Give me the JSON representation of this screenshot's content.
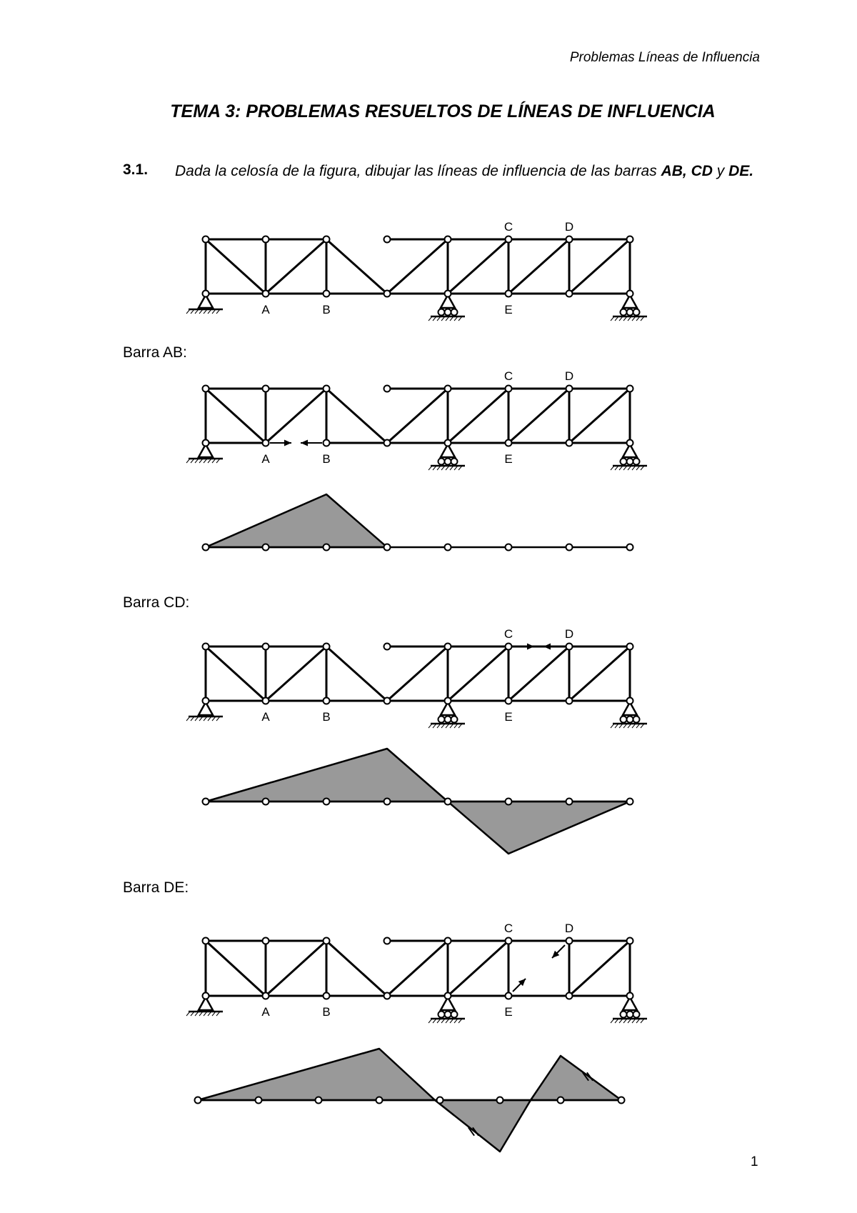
{
  "header": {
    "running_title": "Problemas Líneas de Influencia"
  },
  "title": "TEMA 3: PROBLEMAS RESUELTOS DE LÍNEAS DE INFLUENCIA",
  "problem": {
    "number": "3.1.",
    "text_prefix": "Dada la celosía de la figura, dibujar las líneas de influencia de las barras ",
    "bar1": "AB",
    "sep1": ", ",
    "bar2": "CD",
    "sep2": " y ",
    "bar3": "DE",
    "end": "."
  },
  "node_labels": {
    "A": "A",
    "B": "B",
    "C": "C",
    "D": "D",
    "E": "E"
  },
  "sections": [
    {
      "label": "Barra AB:"
    },
    {
      "label": "Barra CD:"
    },
    {
      "label": "Barra DE:"
    }
  ],
  "page_number": "1",
  "colors": {
    "fill": "#999999",
    "line": "#000000"
  }
}
